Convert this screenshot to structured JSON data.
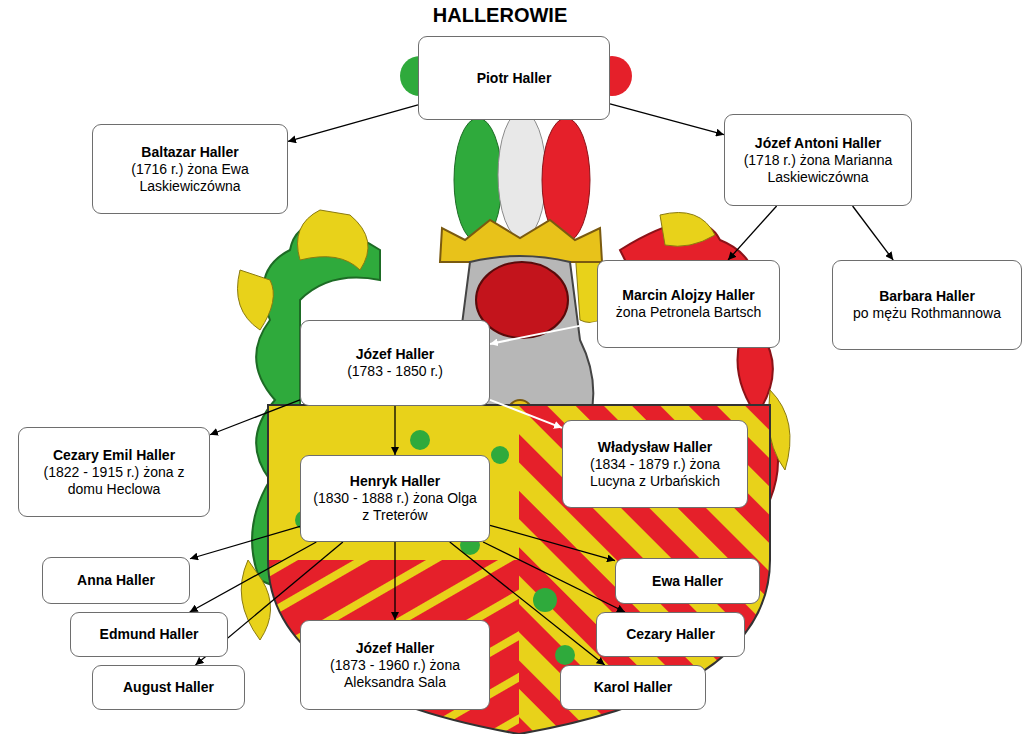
{
  "diagram": {
    "title": "HALLEROWIE",
    "nodes": [
      {
        "text": [
          "Piotr Haller"
        ]
      },
      {
        "text": [
          "Baltazar Haller",
          "(1716 r.) żona Ewa Laskiewiczówna"
        ]
      },
      {
        "text": [
          "Józef Antoni Haller",
          "(1718 r.) żona Marianna Laskiewiczówna"
        ]
      },
      {
        "text": [
          "Marcin Alojzy Haller",
          "żona Petronela Bartsch"
        ]
      },
      {
        "text": [
          "Barbara Haller",
          "po mężu Rothmannowa"
        ]
      },
      {
        "text": [
          "Józef Haller",
          "(1783 - 1850 r.)"
        ]
      },
      {
        "text": [
          "Cezary Emil Haller",
          "(1822 - 1915 r.) żona z domu Heclowa"
        ]
      },
      {
        "text": [
          "Władysław Haller",
          "(1834 - 1879 r.) żona Lucyna z Urbańskich"
        ]
      },
      {
        "text": [
          "Henryk Haller",
          "(1830 - 1888 r.) żona Olga z Treterów"
        ]
      },
      {
        "text": [
          "Anna Haller"
        ]
      },
      {
        "text": [
          "Ewa Haller"
        ]
      },
      {
        "text": [
          "Edmund Haller"
        ]
      },
      {
        "text": [
          "Cezary Haller"
        ]
      },
      {
        "text": [
          "August Haller"
        ]
      },
      {
        "text": [
          "Józef Haller",
          "(1873 - 1960 r.) żona Aleksandra Sala"
        ]
      },
      {
        "text": [
          "Karol Haller"
        ]
      }
    ],
    "edges": [
      {
        "from": 0,
        "to": 1,
        "arrow": "to"
      },
      {
        "from": 0,
        "to": 2,
        "arrow": "to"
      },
      {
        "from": 2,
        "to": 3,
        "arrow": "to"
      },
      {
        "from": 2,
        "to": 4,
        "arrow": "to"
      },
      {
        "from": 3,
        "to": 5,
        "arrow": "to"
      },
      {
        "from": 5,
        "to": 6,
        "arrow": "to"
      },
      {
        "from": 5,
        "to": 7,
        "arrow": "to"
      },
      {
        "from": 5,
        "to": 8,
        "arrow": "to"
      },
      {
        "from": 8,
        "to": 9,
        "arrow": "to"
      },
      {
        "from": 8,
        "to": 11,
        "arrow": "to"
      },
      {
        "from": 8,
        "to": 13,
        "arrow": "to"
      },
      {
        "from": 8,
        "to": 14,
        "arrow": "to"
      },
      {
        "from": 8,
        "to": 10,
        "arrow": "to"
      },
      {
        "from": 8,
        "to": 12,
        "arrow": "to"
      },
      {
        "from": 8,
        "to": 15,
        "arrow": "to"
      }
    ]
  }
}
